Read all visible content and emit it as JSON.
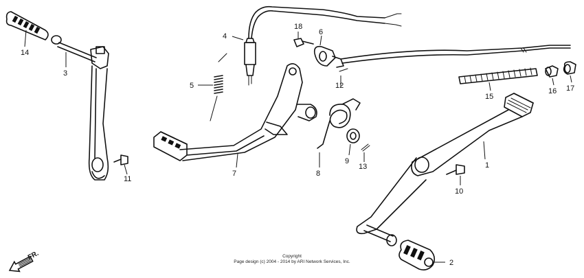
{
  "callouts": [
    {
      "id": "1",
      "label": "1"
    },
    {
      "id": "2",
      "label": "2"
    },
    {
      "id": "3",
      "label": "3"
    },
    {
      "id": "4",
      "label": "4"
    },
    {
      "id": "5",
      "label": "5"
    },
    {
      "id": "6",
      "label": "6"
    },
    {
      "id": "7",
      "label": "7"
    },
    {
      "id": "8",
      "label": "8"
    },
    {
      "id": "9",
      "label": "9"
    },
    {
      "id": "10",
      "label": "10"
    },
    {
      "id": "11",
      "label": "11"
    },
    {
      "id": "12",
      "label": "12"
    },
    {
      "id": "13",
      "label": "13"
    },
    {
      "id": "14",
      "label": "14"
    },
    {
      "id": "15",
      "label": "15"
    },
    {
      "id": "16",
      "label": "16"
    },
    {
      "id": "17",
      "label": "17"
    }
  ],
  "direction_label": "FR.",
  "copyright": {
    "line1": "Copyright",
    "line2": "Page design (c) 2004 - 2014 by ARI Network Services, Inc."
  }
}
